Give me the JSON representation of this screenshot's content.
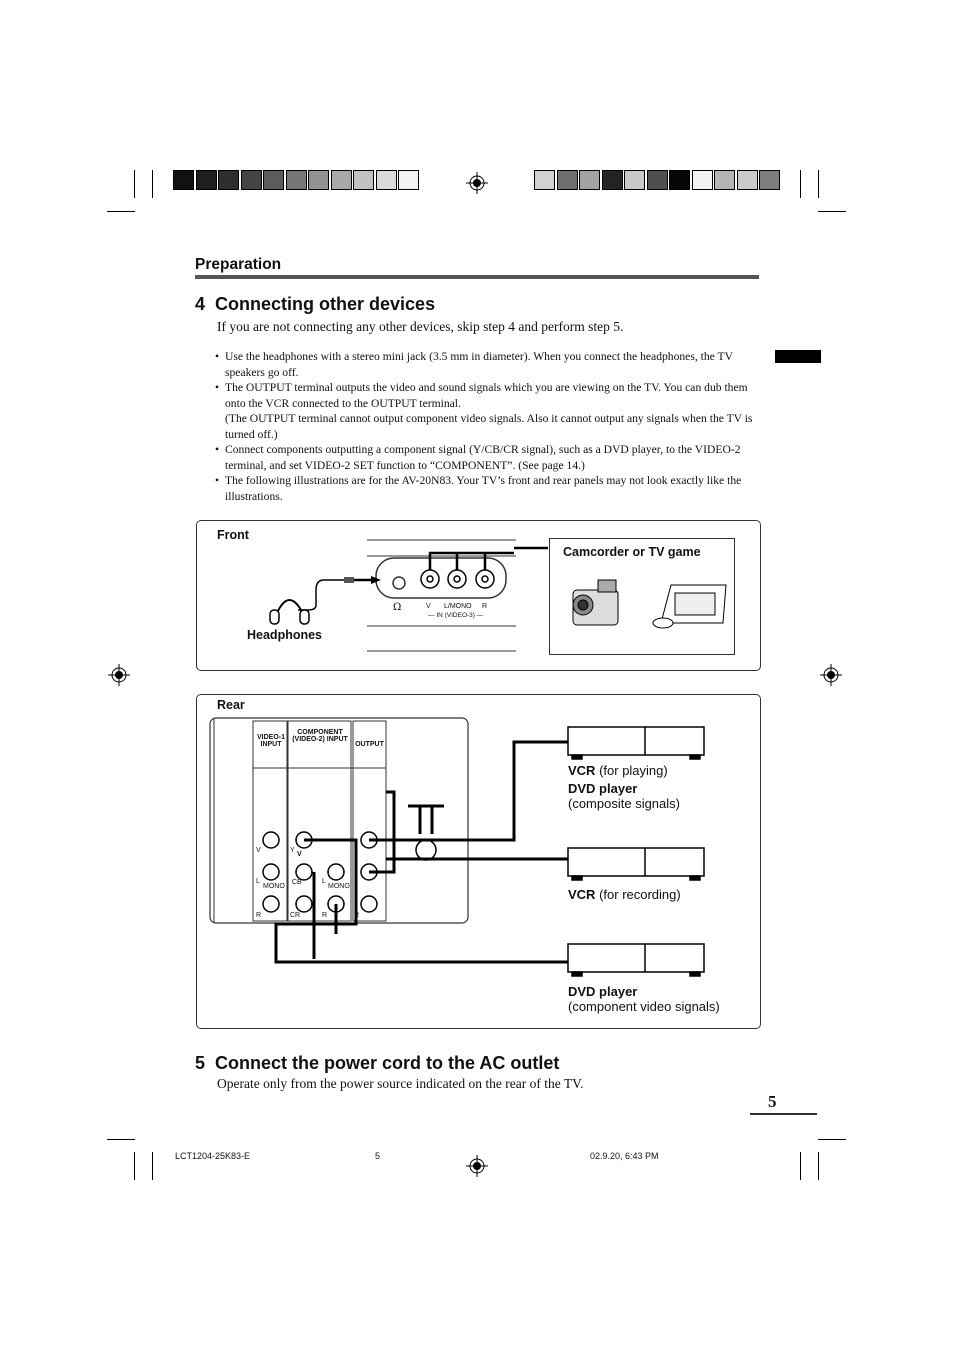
{
  "header": {
    "section": "Preparation",
    "color_bar_left": [
      "#111111",
      "#1e1e1e",
      "#2e2e2e",
      "#444444",
      "#5c5c5c",
      "#777777",
      "#919191",
      "#a9a9a9",
      "#c2c2c2",
      "#dadada",
      "#f2f2f2"
    ],
    "color_bar_right": [
      "#d2d2d2",
      "#6e6e6e",
      "#a3a3a3",
      "#242424",
      "#c9c9c9",
      "#4f4f4f",
      "#060606",
      "#f4f4f4",
      "#b4b4b4",
      "#cbcbcb",
      "#7d7d7d"
    ]
  },
  "step4": {
    "number": "4",
    "title": "Connecting other devices",
    "intro": "If you are not connecting any other devices, skip step 4 and perform step 5.",
    "bullets": [
      "Use the headphones with a stereo mini jack (3.5 mm in diameter). When you connect the headphones, the TV speakers go off.",
      "The OUTPUT terminal outputs the video and sound signals which you are viewing on the TV. You can dub them onto the VCR connected to the OUTPUT terminal.",
      "(The OUTPUT terminal cannot output component video signals. Also it cannot output any signals when the TV is turned off.)",
      "Connect components outputting a component signal (Y/CB/CR signal), such as a DVD player, to the VIDEO-2 terminal, and set VIDEO-2 SET function to “COMPONENT”. (See page 14.)",
      "The following illustrations are for the AV-20N83. Your TV’s front and rear panels may not look exactly like the illustrations."
    ]
  },
  "front_diagram": {
    "label": "Front",
    "headphones_label": "Headphones",
    "device_label": "Camcorder or TV game",
    "jack_labels": [
      "V",
      "L/MONO",
      "R"
    ],
    "input_caption": "IN (VIDEO-3)"
  },
  "rear_diagram": {
    "label": "Rear",
    "terminals": [
      "VIDEO-1 INPUT",
      "COMPONENT (VIDEO-2) INPUT",
      "OUTPUT"
    ],
    "jack_labels": [
      "V",
      "L",
      "MONO",
      "R",
      "Y",
      "CB",
      "CR",
      "V",
      "L",
      "MONO",
      "R",
      "R"
    ],
    "devices": [
      {
        "name": "VCR",
        "detail": "(for playing)"
      },
      {
        "name": "DVD player",
        "detail": "(composite signals)"
      },
      {
        "name": "VCR",
        "detail": "(for recording)"
      },
      {
        "name": "DVD player",
        "detail": "(component video signals)"
      }
    ]
  },
  "step5": {
    "number": "5",
    "title": "Connect the power cord to the AC outlet",
    "text": "Operate only from the power source indicated on the rear of the TV."
  },
  "page_number": "5",
  "footer": {
    "file": "LCT1204-25K83-E",
    "page": "5",
    "date": "02.9.20, 6:43 PM"
  }
}
